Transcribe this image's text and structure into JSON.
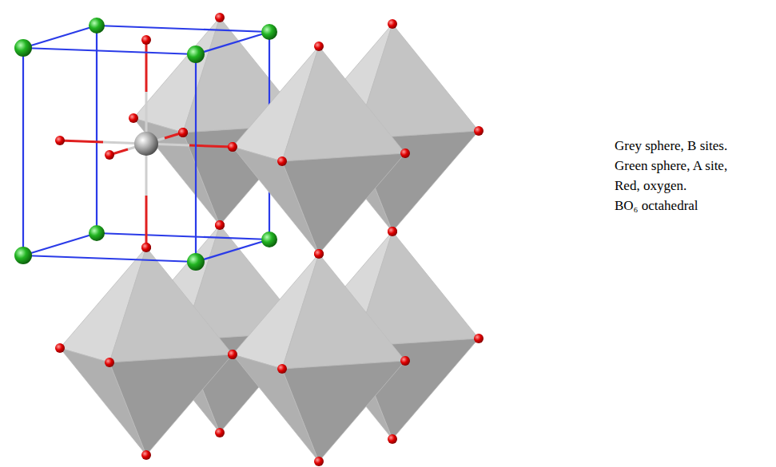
{
  "diagram": {
    "labels": [
      "Grey sphere, B sites.",
      "Green sphere, A site,",
      "Red, oxygen.",
      "BO₆ octahedral"
    ]
  }
}
